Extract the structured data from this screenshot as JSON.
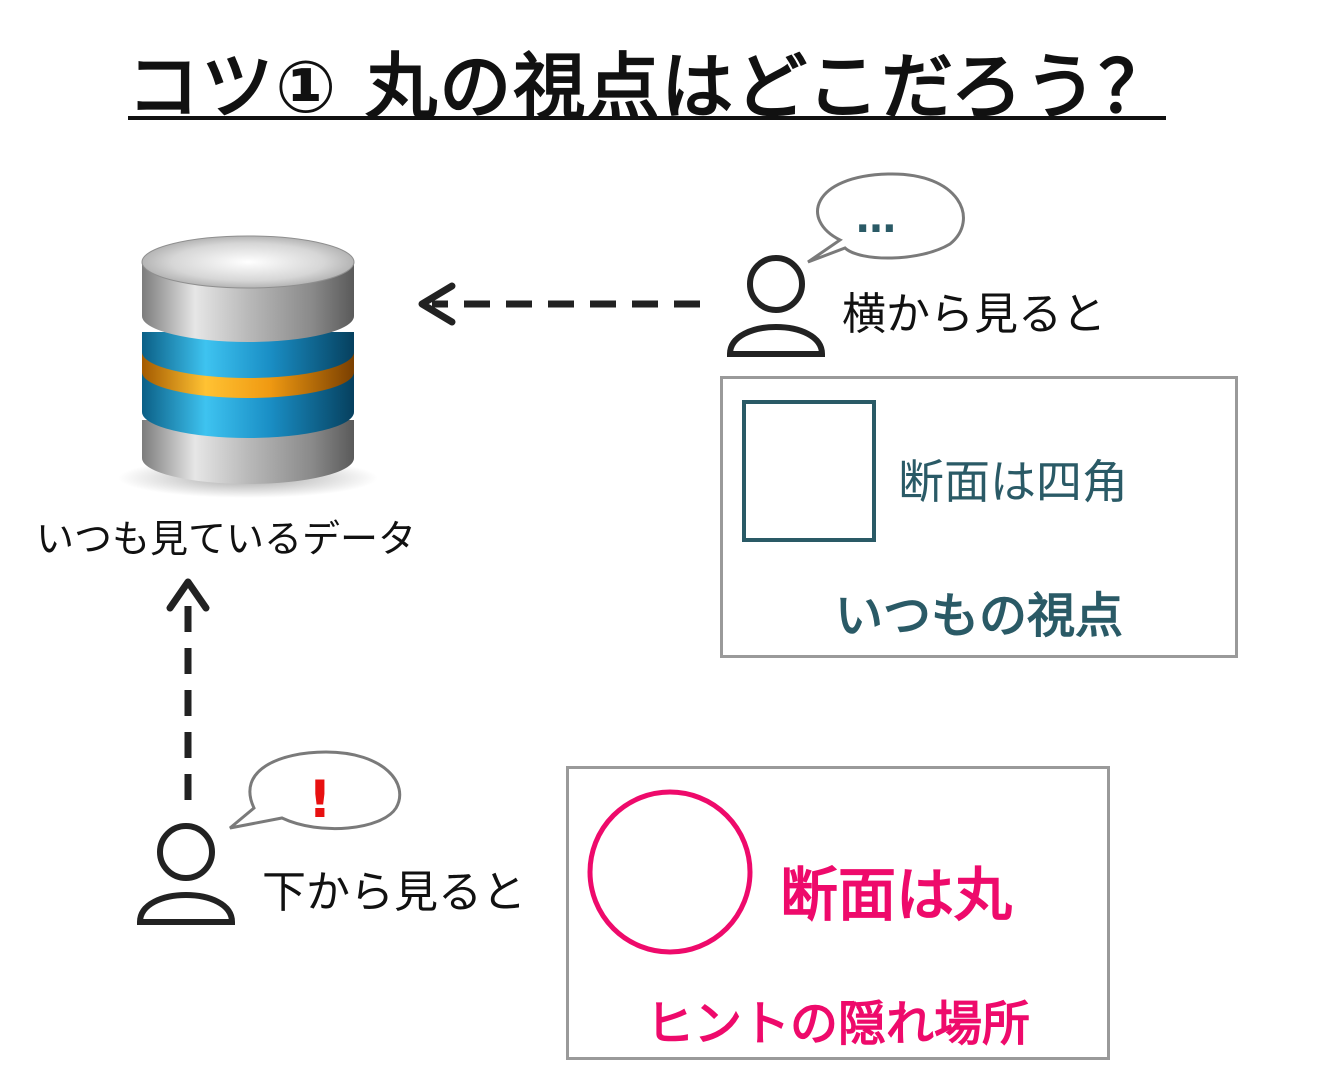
{
  "title": "コツ① 丸の視点はどこだろう？",
  "database": {
    "label": "いつも見ているデータ",
    "icon": "database-icon"
  },
  "side_view": {
    "label": "横から見ると",
    "bubble_text": "…",
    "cross_section": "断面は四角",
    "caption": "いつもの視点"
  },
  "bottom_view": {
    "label": "下から見ると",
    "bubble_text": "!",
    "cross_section": "断面は丸",
    "caption": "ヒントの隠れ場所"
  },
  "colors": {
    "teal": "#2a5a66",
    "pink": "#ee0a6b",
    "red": "#e81010",
    "border": "#9a9a9a"
  }
}
